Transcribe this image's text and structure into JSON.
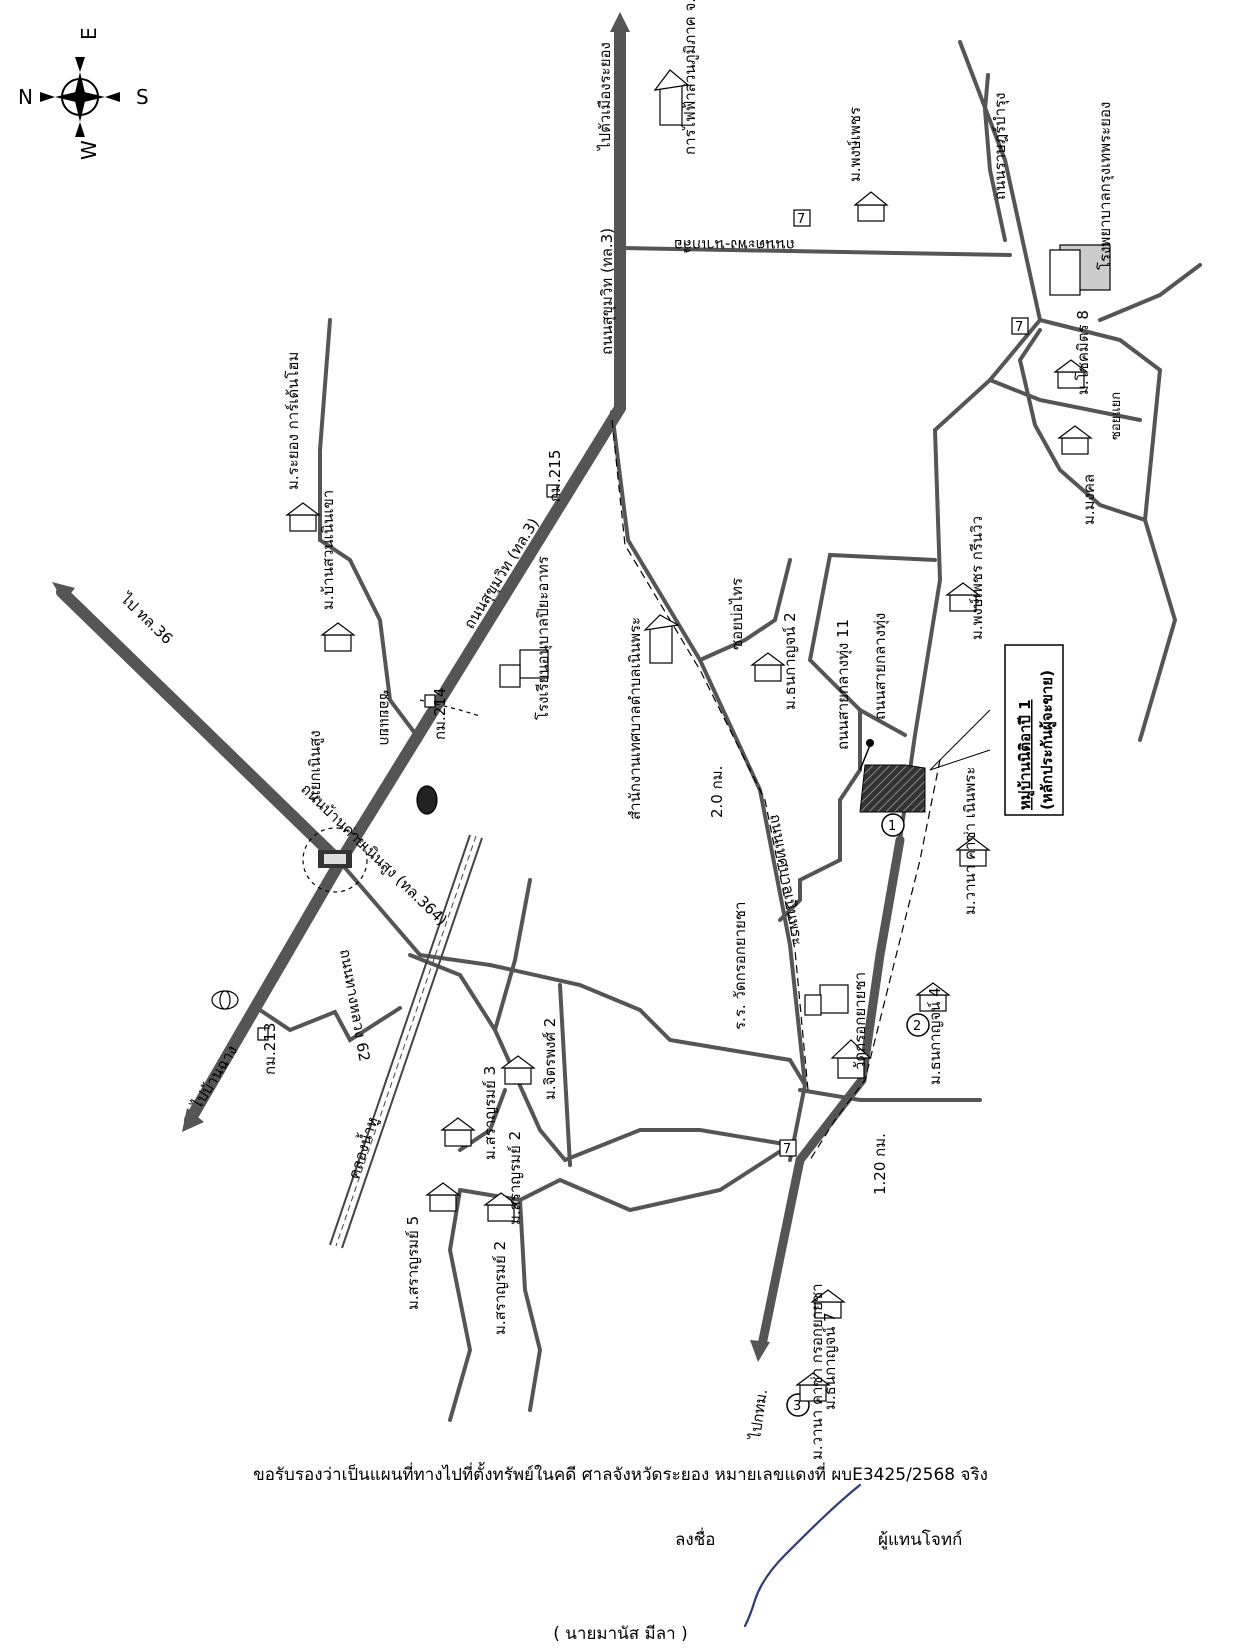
{
  "compass": {
    "north": "N",
    "east": "E",
    "south": "S",
    "west": "W"
  },
  "roads": {
    "sukhumvit_north": "ถนนสุขุมวิท (ทล.3)",
    "sukhumvit_center": "ถนนสุขุมวิท (ทล.3)",
    "to_rayong_city": "ไปตัวเมืองระยอง",
    "to_hwy36": "ไป ทล.36",
    "hwy3264": "ถนนบ้านค่ายเนินสูง (ทล.364)",
    "to_ban_chang": "ไปบ้านฉาง",
    "to_bangkok": "ไปกทม.",
    "noenphra_road": "ถนนเนินพระ",
    "tapong_road": "ถนนตะพง-นาเกลือ",
    "ratbamrung_road": "ถนนราษฎร์บำรุง",
    "sailaengthung": "ถนนสายกลางทุ่ง",
    "sailaengthung_11": "ถนนสายกลางทุ่ง 11",
    "soi_bo_thong": "ซอยบ่อไทร",
    "thanakan_62": "ถนนทางหลวง 62",
    "khlong": "คลองน้ำหู",
    "soi_side": "ซอยแยก",
    "tbl_noenphra_road": "ถนนเทศบาลเนินพระ"
  },
  "places": {
    "pea": "การไฟฟ้าส่วนภูมิภาค จ.ระยอง",
    "m_pongphet": "ม.พงษ์เพชร",
    "bangkok_hospital": "โรงพยาบาลกรุงเทพระยอง",
    "m_chokmitr8": "ม.โชคมิตร 8",
    "m_mongkol": "ม.มงคล",
    "m_pongphet_green": "ม.พงษ์เพชร กรีนวิว",
    "m_rayong_garden": "ม.ระยอง การ์เด้นโฮม",
    "m_baan_suan": "ม.บ้านสวนเนินเขา",
    "school": "โรงเรียนอนุบาลปิยะอาทร",
    "tbl_office": "สำนักงานเทศบาลตำบลเนินพระ",
    "m_thanakarn2": "ม.ธนกาญจน์ 2",
    "wat_school": "ร.ร. วัดกรอกยายชา",
    "wat": "วัดกรอกยายชา",
    "m_jittraphong2": "ม.จิตรพงศ์ 2",
    "m_saranrom3": "ม.สราญรมย์ 3",
    "m_saranrom5": "ม.สราญรมย์ 5",
    "m_saranrom2a": "ม.สราญรมย์ 2",
    "m_saranrom2b": "ม.สราญรมย์ 2",
    "m_thanakarn4": "ม.ธนกาญจน์ 4",
    "m_wana_noenphra": "ม.วานา คาซ่า เนินพระ",
    "m_thanakarn7": "ม.ธนกาญจน์ 7",
    "m_wana_krok": "ม.วานา คาซ่า กรอกยายชา",
    "km213": "กม.213",
    "km214": "กม.214",
    "km215": "กม.215",
    "junction": "แยกเนินสูง",
    "dist_2km": "2.0 กม.",
    "dist_120km": "1.20 กม.",
    "target_title": "หมู่บ้านนิติอาปี 1",
    "target_sub": "(หลักประกันผู้จะขาย)",
    "marker1": "1",
    "marker2": "2",
    "marker3": "3",
    "seven_eleven": "7"
  },
  "footer": {
    "certify": "ขอรับรองว่าเป็นแผนที่ทางไปที่ตั้งทรัพย์ในคดี ศาลจังหวัดระยอง หมายเลขแดงที่ ผบE3425/2568 จริง",
    "sign_label": "ลงชื่อ",
    "signer_role": "ผู้แทนโจทก์",
    "signer_name": "( นายมานัส มีลา )"
  }
}
